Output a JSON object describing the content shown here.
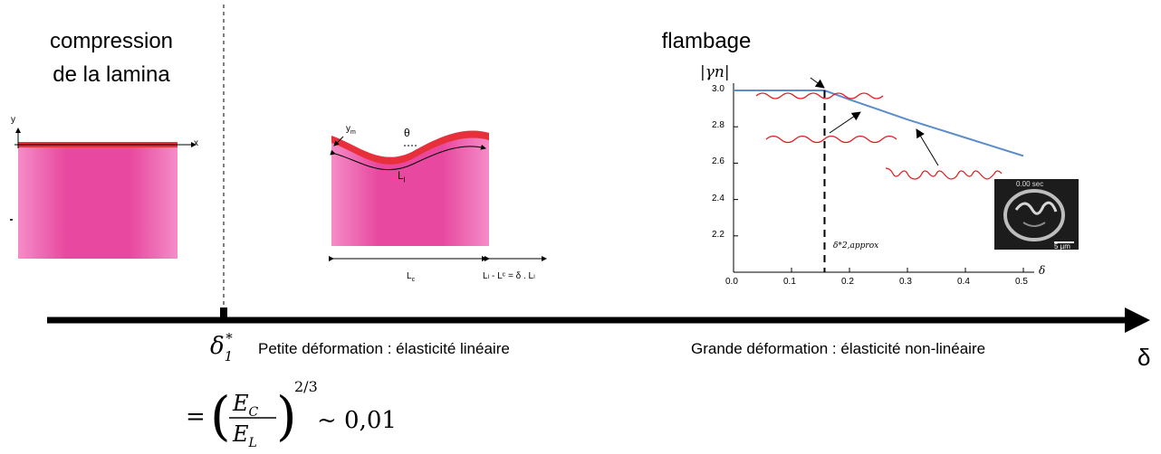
{
  "left_panel": {
    "title_line1": "compression",
    "title_line2": "de la lamina",
    "axis_y": "y",
    "axis_x": "x"
  },
  "middle_panel": {
    "label_ym": "y",
    "label_ym_sub": "m",
    "label_theta": "θ",
    "label_Ll": "L",
    "label_Ll_sub": "l",
    "label_Lc": "L",
    "label_Lc_sub": "c",
    "formula": "Lₗ - Lᶜ = δ . Lₗ"
  },
  "right_panel": {
    "title": "flambage",
    "y_label": "|γn|",
    "x_label": "δ",
    "delta_marker_label": "δ*2,approx",
    "inset_time": "0.00 sec",
    "inset_scale": "5 µm"
  },
  "timeline": {
    "delta1_label": "δ",
    "delta1_sub": "1",
    "delta1_sup": "*",
    "left_regime": "Petite déformation : élasticité linéaire",
    "right_regime": "Grande déformation : élasticité non-linéaire",
    "axis_label": "δ",
    "formula_eq": "=",
    "formula_num": "E",
    "formula_num_sub": "C",
    "formula_den": "E",
    "formula_den_sub": "L",
    "formula_exp": "2/3",
    "formula_approx": "~ 0,01"
  },
  "chart_data": {
    "type": "line",
    "x": [
      0.0,
      0.1,
      0.157,
      0.2,
      0.25,
      0.3,
      0.35,
      0.4,
      0.45,
      0.5
    ],
    "series": [
      {
        "values": [
          3.0,
          3.0,
          3.0,
          2.95,
          2.895,
          2.84,
          2.79,
          2.74,
          2.69,
          2.64
        ]
      }
    ],
    "xlabel": "δ",
    "ylabel": "|γn|",
    "xlim": [
      0.0,
      0.5
    ],
    "ylim": [
      2.0,
      3.0
    ],
    "x_ticks": [
      "0.0",
      "0.1",
      "0.2",
      "0.3",
      "0.4",
      "0.5"
    ],
    "y_ticks": [
      "2.2",
      "2.4",
      "2.6",
      "2.8",
      "3.0"
    ],
    "vline_x": 0.157,
    "line_color": "#5b8ccb"
  },
  "colors": {
    "lamina": "#e8489f",
    "lamina_light": "#f37fc0",
    "membrane": "#e8303a",
    "wave": "#e02020"
  }
}
